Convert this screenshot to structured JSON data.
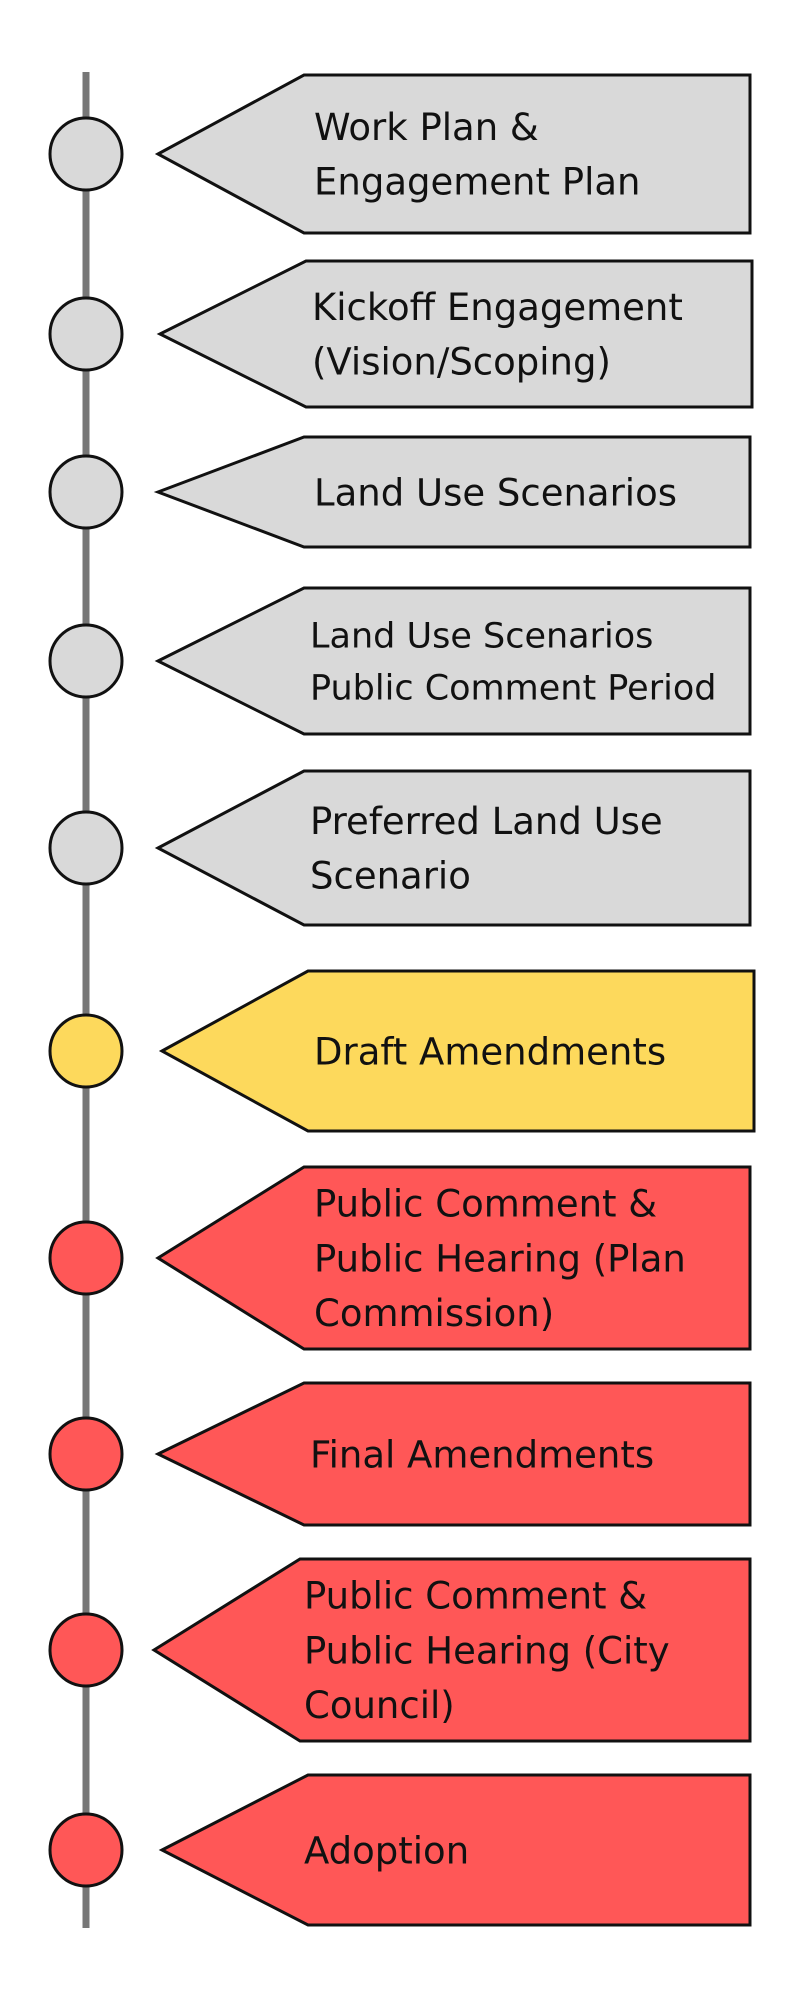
{
  "colors": {
    "line": "#777777",
    "stroke": "#111111",
    "pending": "#d9d9d9",
    "current": "#fdd95c",
    "upcoming": "#ff5757"
  },
  "steps": [
    {
      "lines": [
        "Work Plan &",
        "Engagement Plan"
      ],
      "status": "pending",
      "icon": "circle-marker"
    },
    {
      "lines": [
        "Kickoff Engagement",
        "(Vision/Scoping)"
      ],
      "status": "pending",
      "icon": "circle-marker"
    },
    {
      "lines": [
        "Land Use Scenarios"
      ],
      "status": "pending",
      "icon": "circle-marker"
    },
    {
      "lines": [
        "Land Use Scenarios",
        "Public Comment Period"
      ],
      "status": "pending",
      "icon": "circle-marker"
    },
    {
      "lines": [
        "Preferred Land Use",
        "Scenario"
      ],
      "status": "pending",
      "icon": "circle-marker"
    },
    {
      "lines": [
        "Draft Amendments"
      ],
      "status": "current",
      "icon": "circle-marker"
    },
    {
      "lines": [
        "Public Comment &",
        "Public Hearing (Plan",
        "Commission)"
      ],
      "status": "upcoming",
      "icon": "circle-marker"
    },
    {
      "lines": [
        "Final Amendments"
      ],
      "status": "upcoming",
      "icon": "circle-marker"
    },
    {
      "lines": [
        "Public Comment &",
        "Public Hearing (City",
        "Council)"
      ],
      "status": "upcoming",
      "icon": "circle-marker"
    },
    {
      "lines": [
        "Adoption"
      ],
      "status": "upcoming",
      "icon": "circle-marker"
    }
  ]
}
